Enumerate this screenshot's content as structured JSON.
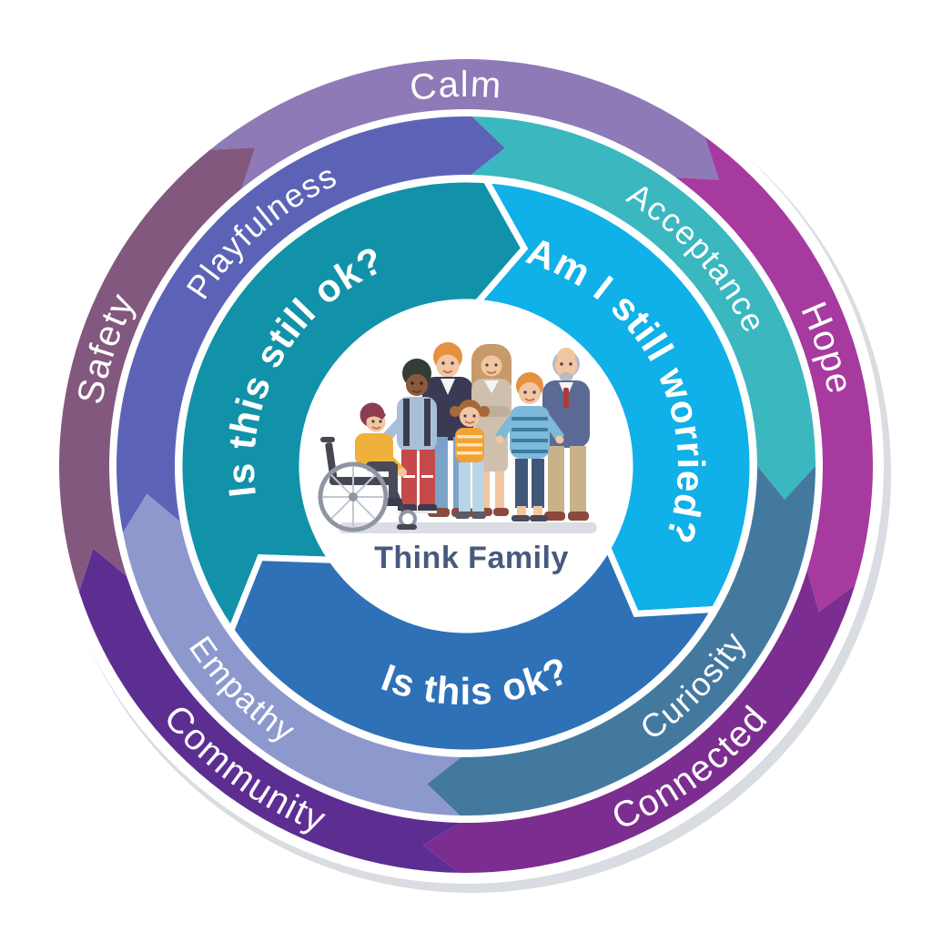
{
  "diagram": {
    "background": "#ffffff",
    "shadow_color": "#d9dce0",
    "disc_color": "#ffffff",
    "center_label": "Think Family",
    "center_label_color": "#475a7e",
    "center_icon": "family-illustration",
    "family_members": [
      "girl-using-wheelchair",
      "teen-with-backpack",
      "father",
      "mother",
      "young-girl",
      "teen-boy",
      "grandfather"
    ],
    "rings": [
      {
        "id": "outer",
        "r_inner": 392,
        "r_outer": 447,
        "tip_deg": 5.5,
        "stroke_width": 0,
        "font_size": 40,
        "font_weight": 400,
        "baseline_r_cw": 406,
        "baseline_r_ccw": 434,
        "segments": [
          {
            "label": "Calm",
            "color": "#8d7ab6",
            "start": 321,
            "span": 75,
            "label_angle": 358.5
          },
          {
            "label": "Hope",
            "color": "#a73a9e",
            "start": 36,
            "span": 71,
            "label_angle": 72
          },
          {
            "label": "Connected",
            "color": "#7b2e8f",
            "start": 107,
            "span": 74,
            "label_angle": 143.5
          },
          {
            "label": "Community",
            "color": "#5c2e92",
            "start": 181,
            "span": 71,
            "label_angle": 216
          },
          {
            "label": "Safety",
            "color": "#83587e",
            "start": 252,
            "span": 69,
            "label_angle": 288
          }
        ]
      },
      {
        "id": "middle",
        "r_inner": 320,
        "r_outer": 384,
        "tip_deg": 6,
        "stroke_width": 0,
        "font_size": 36,
        "font_weight": 400,
        "baseline_r_cw": 340,
        "baseline_r_ccw": 364,
        "segments": [
          {
            "label": "Playfulness",
            "color": "#5c63b7",
            "start": 259,
            "span": 102,
            "label_angle": 319
          },
          {
            "label": "Acceptance",
            "color": "#3ab7bf",
            "start": 1,
            "span": 89,
            "label_angle": 48
          },
          {
            "label": "Curiosity",
            "color": "#44799f",
            "start": 90,
            "span": 91,
            "label_angle": 134
          },
          {
            "label": "Empathy",
            "color": "#8d98cd",
            "start": 181,
            "span": 78,
            "label_angle": 225
          }
        ]
      },
      {
        "id": "inner",
        "r_inner": 180,
        "r_outer": 315,
        "tip_deg": 11,
        "stroke_width": 7,
        "font_size": 42,
        "font_weight": 700,
        "baseline_r_cw": 233,
        "baseline_r_ccw": 262,
        "segments": [
          {
            "label": "Is this still ok?",
            "color": "#1292a9",
            "start": 235,
            "span": 129,
            "label_angle": 300
          },
          {
            "label": "Am I still worried?",
            "color": "#10b0e8",
            "start": 4,
            "span": 116,
            "label_angle": 63
          },
          {
            "label": "Is this ok?",
            "color": "#2e71b7",
            "start": 120,
            "span": 115,
            "label_angle": 177.5
          }
        ]
      }
    ]
  }
}
